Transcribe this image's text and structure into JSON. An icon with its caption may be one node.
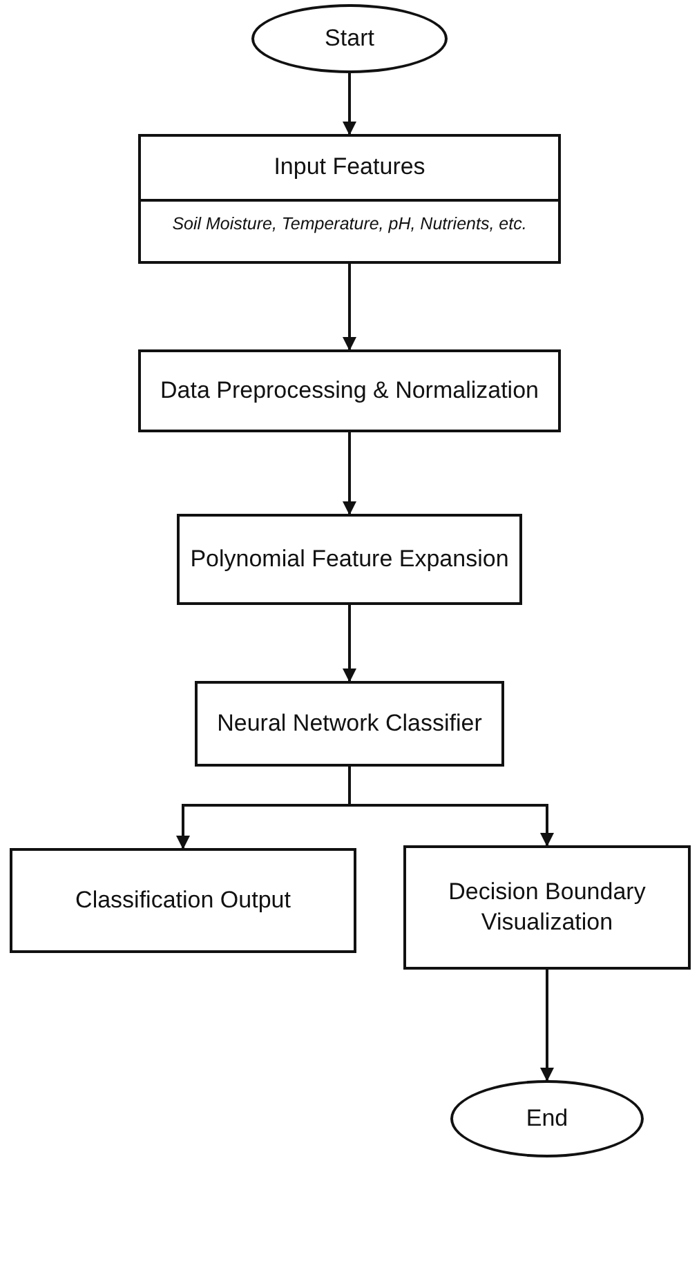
{
  "diagram": {
    "nodes": [
      {
        "text": [
          "Start"
        ]
      },
      {
        "text": [
          "Input Features",
          "Soil Moisture, Temperature, pH, Nutrients, etc."
        ]
      },
      {
        "text": [
          "Data Preprocessing & Normalization"
        ]
      },
      {
        "text": [
          "Polynomial Feature Expansion"
        ]
      },
      {
        "text": [
          "Neural Network Classifier"
        ]
      },
      {
        "text": [
          "Classification Output"
        ]
      },
      {
        "text": [
          "Decision Boundary Visualization"
        ]
      },
      {
        "text": [
          "End"
        ]
      }
    ],
    "edges": [
      {
        "from": 0,
        "to": 1,
        "arrow": "to"
      },
      {
        "from": 1,
        "to": 2,
        "arrow": "to"
      },
      {
        "from": 2,
        "to": 3,
        "arrow": "to"
      },
      {
        "from": 3,
        "to": 4,
        "arrow": "to"
      },
      {
        "from": 4,
        "to": 5,
        "arrow": "to"
      },
      {
        "from": 4,
        "to": 6,
        "arrow": "to"
      },
      {
        "from": 6,
        "to": 7,
        "arrow": "to"
      }
    ]
  }
}
